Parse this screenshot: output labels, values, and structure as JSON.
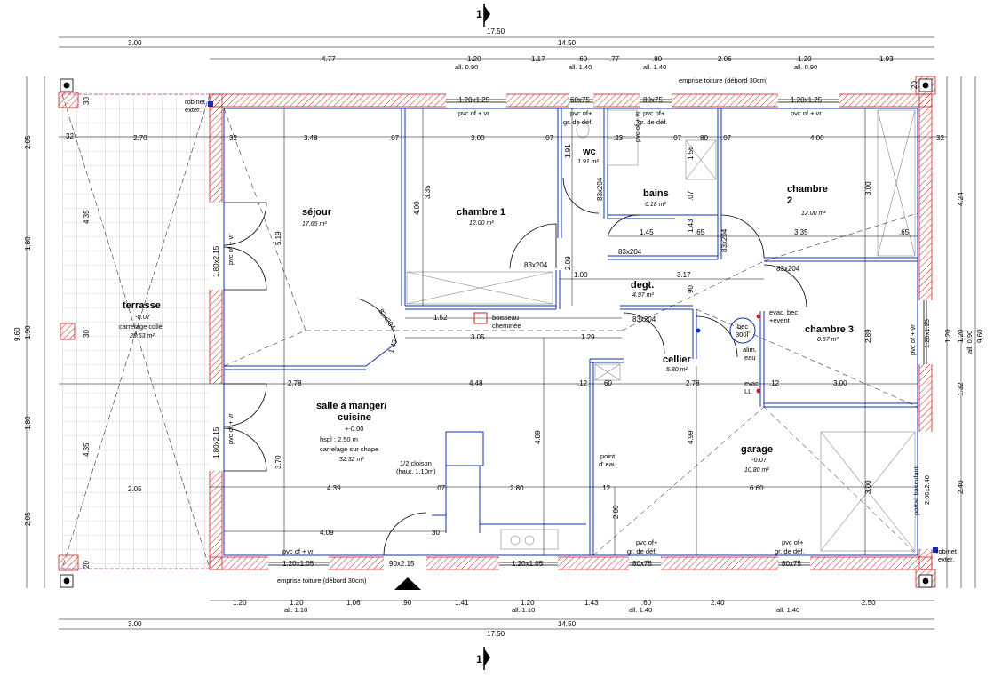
{
  "section_marker": "1",
  "overall": {
    "total": "17.50",
    "left": "3.00",
    "right": "14.50"
  },
  "top_dims": [
    "4.77",
    "1.20",
    "1.17",
    ".60",
    ".77",
    ".80",
    "2.06",
    "1.20",
    "1.93"
  ],
  "top_allege": [
    "all. 0.90",
    "all. 1.40",
    "all. 1.40",
    "all. 0.90"
  ],
  "bottom_dims": [
    "1.20",
    "1.20",
    "1.06",
    ".90",
    "1.41",
    "1.20",
    "1.43",
    ".60",
    "2.40",
    "2.50"
  ],
  "bottom_allege": [
    "all. 1.10",
    "all. 1.10",
    "all. 1.40",
    "all. 1.40"
  ],
  "left_dims": [
    "2.05",
    "4.35",
    "1.80",
    "1.90",
    "1.80",
    "4.35",
    "2.05"
  ],
  "left_total": "9.60",
  "right_dims": [
    "4.24",
    "1.20",
    "1.32",
    "2.40"
  ],
  "right_extra": [
    "all. 0.90",
    "1.20",
    "9.60",
    "1.20x1.25",
    "2.00x2.40"
  ],
  "roof_top": "emprise toiture (débord 30cm)",
  "roof_bottom": "emprise toiture (débord 30cm)",
  "rooms": [
    {
      "name": "séjour",
      "area": "17.65 m²"
    },
    {
      "name": "chambre 1",
      "area": "12.00 m²"
    },
    {
      "name": "wc",
      "area": "1.91 m²"
    },
    {
      "name": "bains",
      "area": "6.18 m²"
    },
    {
      "name": "chambre",
      "name2": "2",
      "area": "12.00 m²"
    },
    {
      "name": "degt.",
      "area": "4.97 m²"
    },
    {
      "name": "chambre 3",
      "area": "8.67 m²"
    },
    {
      "name": "cellier",
      "area": "5.80 m²"
    },
    {
      "name": "garage",
      "level": "-0.07",
      "area": "10.80 m²"
    },
    {
      "name": "terrasse",
      "level": "-0.07",
      "note": "carrelage collé",
      "area": "28.53 m²"
    },
    {
      "name": "salle à manger/",
      "name2": "cuisine",
      "level": "+-0.00",
      "hspl": "hspl : 2.50 m",
      "note": "carrelage sur chape",
      "area": "32.32 m²"
    }
  ],
  "window_labels": [
    "1.20x1.25",
    "60x75",
    "80x75",
    "1.20x1.25",
    "1.20x1.05",
    "90x2.15",
    "1.20x1.05",
    "80x75",
    "80x75"
  ],
  "door_labels": [
    "83x204",
    "83x204",
    "83x204",
    "83x204",
    "83x204",
    "83x204",
    "83x204",
    "1.80x2.15",
    "1.80x2.15"
  ],
  "vent_labels": [
    "pvc of + vr",
    "pvc of + vr",
    "pvc of+",
    "gr. de déf.",
    "pvc of+",
    "gr. de déf.",
    "pvc of+",
    "gr. de déf.",
    "pvc of+",
    "gr. de déf.",
    "pvc of + vr",
    "pvc of + vr",
    "pvc of + vr",
    "pvc of + vr",
    "pvc of + vr"
  ],
  "interior_dims": [
    "32",
    "2.70",
    "32",
    "3.48",
    ".07",
    "3.00",
    ".07",
    ".23",
    ".07",
    "80",
    ".07",
    "4.00",
    "32",
    "1.91",
    "4.00",
    "3.35",
    "5.19",
    "2.09",
    "1.00",
    "1.45",
    "1.43",
    ".65",
    "3.35",
    ".65",
    "1.56",
    ".07",
    "3.00",
    "3.17",
    "90",
    "1.52",
    "3.05",
    "1.29",
    "2.78",
    "4.48",
    ".12",
    "60",
    "2.78",
    ".12",
    "3.00",
    "2.89",
    "3.70",
    "4.89",
    "4.99",
    "1.43",
    "4.39",
    ".07",
    "2.80",
    ".12",
    "6.60",
    "4.09",
    "30",
    "2.00",
    "3.00",
    "30",
    "30",
    "20",
    "20"
  ],
  "annotations": {
    "robinet_top": "robinet",
    "exter_top": "exter.",
    "boisseau": "boisseau",
    "cheminee": "cheminée",
    "cloison": "1/2 cloison",
    "cloison2": "(haut. 1.10m)",
    "point_eau": "point",
    "point_eau2": "d' eau",
    "bec": "bec",
    "bec_vol": "300l",
    "evac_bec": "evac. bec",
    "event": "+évent",
    "alim": "alim.",
    "eau": "eau",
    "evac_ll": "evac",
    "ll": "LL",
    "portail": "portail basculant",
    "robinet_bot": "robinet",
    "exter_bot": "exter.",
    "vent_wc": "gr. de déf."
  },
  "colors": {
    "wall_hatch": "#d02020",
    "interior": "#1030b0",
    "dim": "#000000",
    "terrace_grid": "#9a9a9a"
  }
}
